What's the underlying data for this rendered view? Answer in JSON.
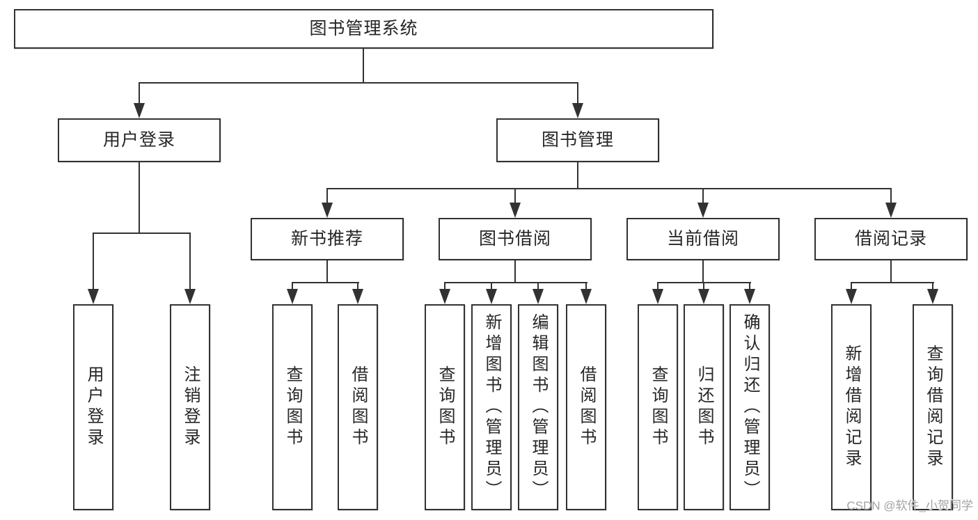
{
  "title": "图书管理系统",
  "colors": {
    "line": "#323232",
    "box_border": "#323232",
    "box_fill": "#ffffff",
    "text": "#262626",
    "watermark": "#a3a3a3"
  },
  "watermark": {
    "text": "CSDN @软件_小贺同学"
  },
  "tree": {
    "label": "图书管理系统",
    "children": [
      {
        "label": "用户登录",
        "children": [
          {
            "label": "用户登录"
          },
          {
            "label": "注销登录"
          }
        ]
      },
      {
        "label": "图书管理",
        "children": [
          {
            "label": "新书推荐",
            "children": [
              {
                "label": "查询图书"
              },
              {
                "label": "借阅图书"
              }
            ]
          },
          {
            "label": "图书借阅",
            "children": [
              {
                "label": "查询图书"
              },
              {
                "label": "新增图书（管理员）"
              },
              {
                "label": "编辑图书（管理员）"
              },
              {
                "label": "借阅图书"
              }
            ]
          },
          {
            "label": "当前借阅",
            "children": [
              {
                "label": "查询图书"
              },
              {
                "label": "归还图书"
              },
              {
                "label": "确认归还（管理员）"
              }
            ]
          },
          {
            "label": "借阅记录",
            "children": [
              {
                "label": "新增借阅记录"
              },
              {
                "label": "查询借阅记录"
              }
            ]
          }
        ]
      }
    ]
  }
}
